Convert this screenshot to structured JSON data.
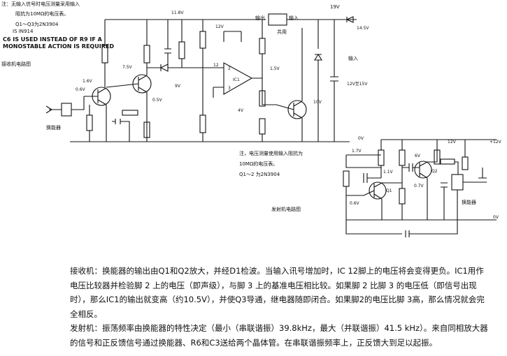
{
  "receiver_notes": {
    "lines": [
      "注：无输入信号时电压测量采用输入",
      "阻抗为10MΩ的电压表。",
      "Q1～Q3为2N3904",
      "IS     IN914",
      "C6 IS USED INSTEAD OF R9 IF A",
      "MONOSTABLE ACTION IS REQUIRED",
      "接收机电路图"
    ],
    "labels": {
      "transducer": "换能器",
      "relay_output": "输出",
      "relay_input": "输入",
      "relay_common": "共用",
      "supply_input": "输入",
      "v_11_8": "11.8V",
      "v_19": "19V",
      "v_14_5": "14.5V",
      "v_7_5": "7.5V",
      "v_1_6": "1.6V",
      "v_0_6": "0.6V",
      "v_0_5": "0.5V",
      "v_9": "9V",
      "v_10": "10V",
      "v_4": "4V",
      "v_1_5": "1.5V",
      "v_12": "12V",
      "ic1": "IC1",
      "ic_pin2": "2",
      "ic_pin3": "3",
      "ic_pin12": "12",
      "zero_v": "0V",
      "supply_note": "12V至15V"
    }
  },
  "transmitter_notes": {
    "lines": [
      "注，电压测量使用输入阻抗为",
      "10MΩ的电压表。",
      "Q1～2 为2N3904"
    ],
    "title": "发射机电路图",
    "labels": {
      "transducer": "换能器",
      "plus_12": "+12V",
      "v_12": "12V",
      "v_1_7": "1.7V",
      "v_1_1": "1.1V",
      "v_6": "6V",
      "v_0_7": "0.7V",
      "v_0_6": "0.6V",
      "zero_v": "0V",
      "q1": "Q1",
      "q2": "Q2"
    }
  },
  "text": {
    "receiver_paragraph": "接收机：换能器的输出由Q1和Q2放大，并经D1检波。当输入讯号增加时，IC 12脚上的电压将会变得更负。IC1用作电压比较器并检验脚 2 上的电压（即声级），与脚 3 上的基准电压相比较。如果脚 2 比脚 3 的电压低（即信号出现时），那么IC1的输出就变高（约10.5V），并使Q3导通，继电器随即闭合。如果脚2的电压比脚 3高，那么情况就会完全相反。",
    "transmitter_paragraph": "发射机：振荡频率由换能器的特性决定（最小（串联谐振）39.8kHz，最大（并联谐振）41.5 kHz）。来自同相放大器的信号和正反馈信号通过换能器、R6和C3送给两个晶体管。在串联谐振频率上，正反馈大到足以起振。"
  }
}
